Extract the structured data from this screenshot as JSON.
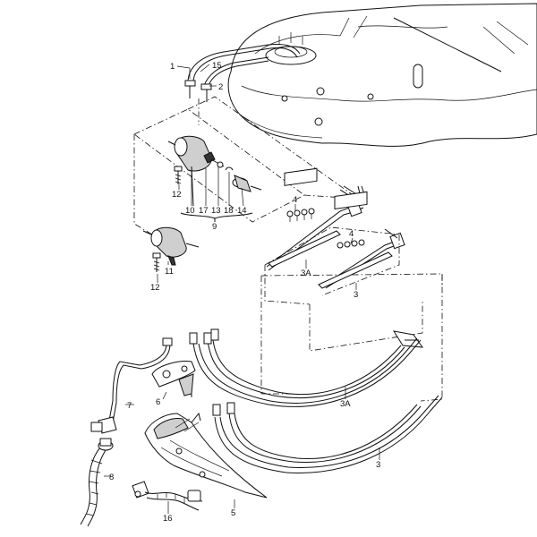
{
  "diagram": {
    "callouts": [
      {
        "id": "c1",
        "text": "1"
      },
      {
        "id": "c15",
        "text": "15"
      },
      {
        "id": "c2",
        "text": "2"
      },
      {
        "id": "c12a",
        "text": "12"
      },
      {
        "id": "c10",
        "text": "10"
      },
      {
        "id": "c17",
        "text": "17"
      },
      {
        "id": "c13",
        "text": "13"
      },
      {
        "id": "c18",
        "text": "18"
      },
      {
        "id": "c14",
        "text": "14"
      },
      {
        "id": "c9",
        "text": "9"
      },
      {
        "id": "c11",
        "text": "11"
      },
      {
        "id": "c12b",
        "text": "12"
      },
      {
        "id": "c4a",
        "text": "4"
      },
      {
        "id": "c3Aa",
        "text": "3A"
      },
      {
        "id": "c4b",
        "text": "4"
      },
      {
        "id": "c3a",
        "text": "3"
      },
      {
        "id": "c7",
        "text": "7"
      },
      {
        "id": "c6",
        "text": "6"
      },
      {
        "id": "c3Ab",
        "text": "3A"
      },
      {
        "id": "c3b",
        "text": "3"
      },
      {
        "id": "c8",
        "text": "8"
      },
      {
        "id": "c16",
        "text": "16"
      },
      {
        "id": "c5",
        "text": "5"
      }
    ],
    "colors": {
      "line": "#111111",
      "background": "#ffffff"
    }
  }
}
